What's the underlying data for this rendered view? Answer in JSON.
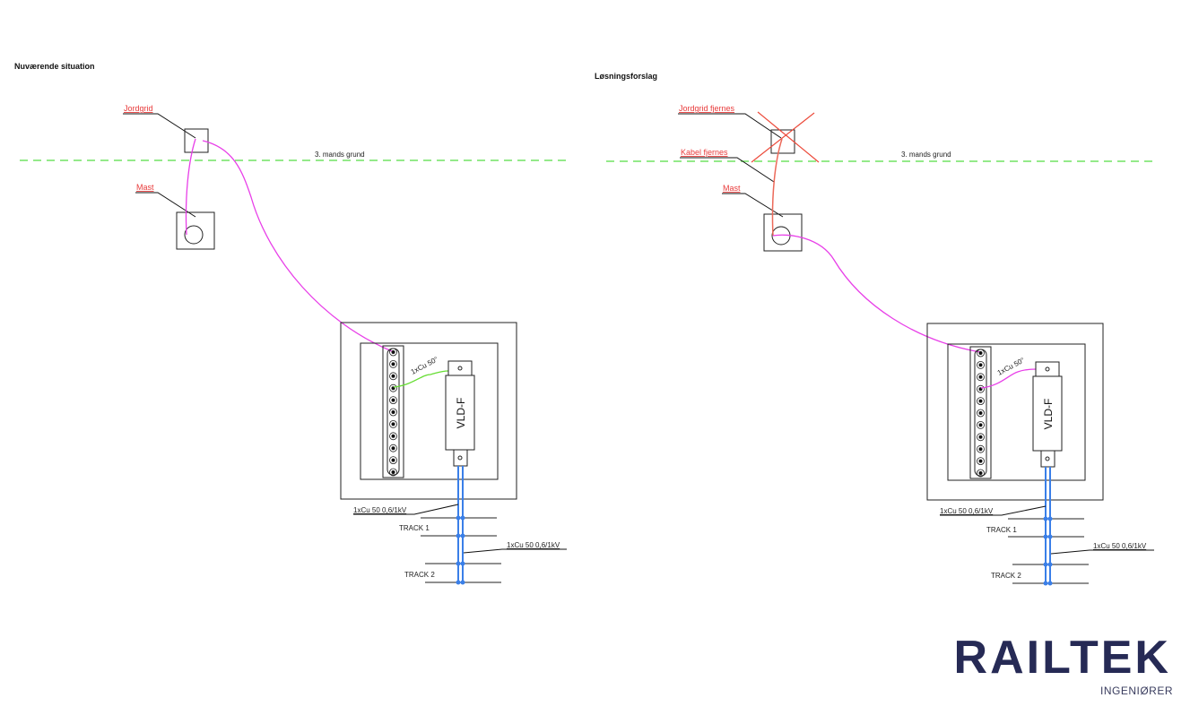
{
  "left_panel": {
    "heading": "Nuværende situation",
    "labels": {
      "jordgrid": "Jordgrid",
      "mast": "Mast",
      "boundary": "3. mands grund"
    },
    "terminal_count": 11,
    "jumper_label": "1xCu 50°",
    "device": "VLD-F",
    "cable_label_top": "1xCu 50 0,6/1kV",
    "cable_label_mid": "1xCu 50 0,6/1kV",
    "tracks": [
      "TRACK 1",
      "TRACK 2"
    ],
    "jumper_color": "#66dd33"
  },
  "right_panel": {
    "heading": "Løsningsforslag",
    "labels": {
      "jordgrid": "Jordgrid fjernes",
      "kabel": "Kabel fjernes",
      "mast": "Mast",
      "boundary": "3. mands grund"
    },
    "terminal_count": 11,
    "jumper_label": "1xCu 50°",
    "device": "VLD-F",
    "cable_label_top": "1xCu 50 0,6/1kV",
    "cable_label_mid": "1xCu 50 0,6/1kV",
    "tracks": [
      "TRACK 1",
      "TRACK 2"
    ],
    "jumper_color": "#e83fe8"
  },
  "colors": {
    "earth_cable": "#e83fe8",
    "boundary_line": "#55dd44",
    "removed": "#ec4a3a",
    "rail_bond": "#3a7fe8",
    "brand": "#262a55"
  },
  "logo": {
    "name": "RAILTEK",
    "subtitle": "INGENIØRER"
  }
}
